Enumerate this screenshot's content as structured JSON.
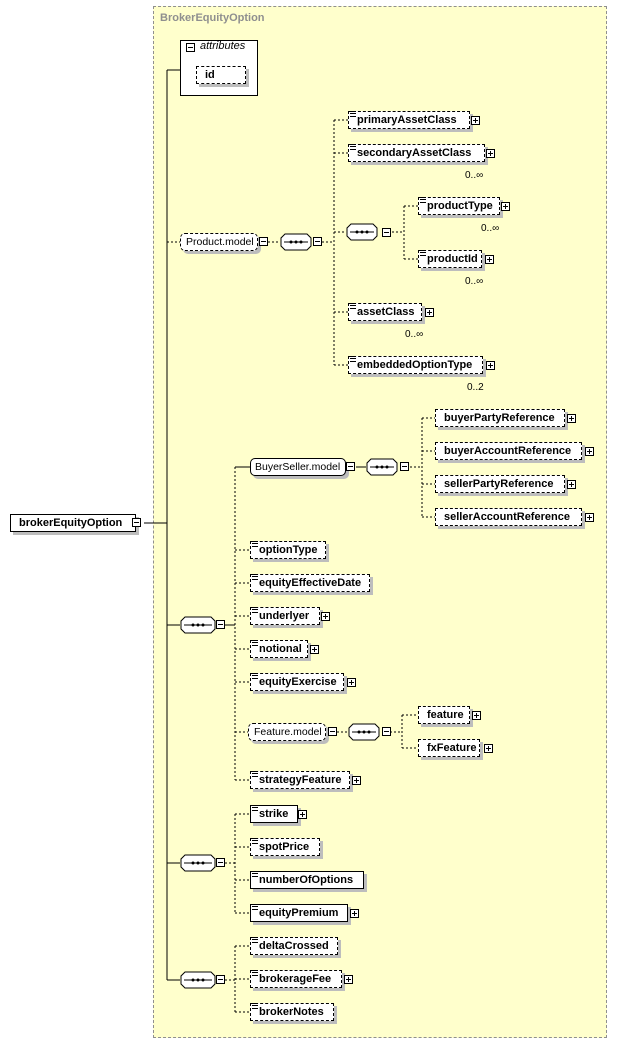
{
  "complex_type": "BrokerEquityOption",
  "root": "brokerEquityOption",
  "attributes": {
    "title": "attributes",
    "items": [
      "id"
    ]
  },
  "product_model": {
    "label": "Product.model",
    "elements": {
      "primaryAssetClass": "primaryAssetClass",
      "secondaryAssetClass": "secondaryAssetClass",
      "secondaryAssetClass_card": "0..∞",
      "productType": "productType",
      "productType_card": "0..∞",
      "productId": "productId",
      "productId_card": "0..∞",
      "assetClass": "assetClass",
      "assetClass_card": "0..∞",
      "embeddedOptionType": "embeddedOptionType",
      "embeddedOptionType_card": "0..2"
    }
  },
  "buyerseller_model": {
    "label": "BuyerSeller.model",
    "elements": [
      "buyerPartyReference",
      "buyerAccountReference",
      "sellerPartyReference",
      "sellerAccountReference"
    ]
  },
  "option_elements": {
    "optionType": "optionType",
    "equityEffectiveDate": "equityEffectiveDate",
    "underlyer": "underlyer",
    "notional": "notional",
    "equityExercise": "equityExercise",
    "strategyFeature": "strategyFeature"
  },
  "feature_model": {
    "label": "Feature.model",
    "elements": [
      "feature",
      "fxFeature"
    ]
  },
  "strike_group": [
    "strike",
    "spotPrice",
    "numberOfOptions",
    "equityPremium"
  ],
  "broker_group": [
    "deltaCrossed",
    "brokerageFee",
    "brokerNotes"
  ]
}
